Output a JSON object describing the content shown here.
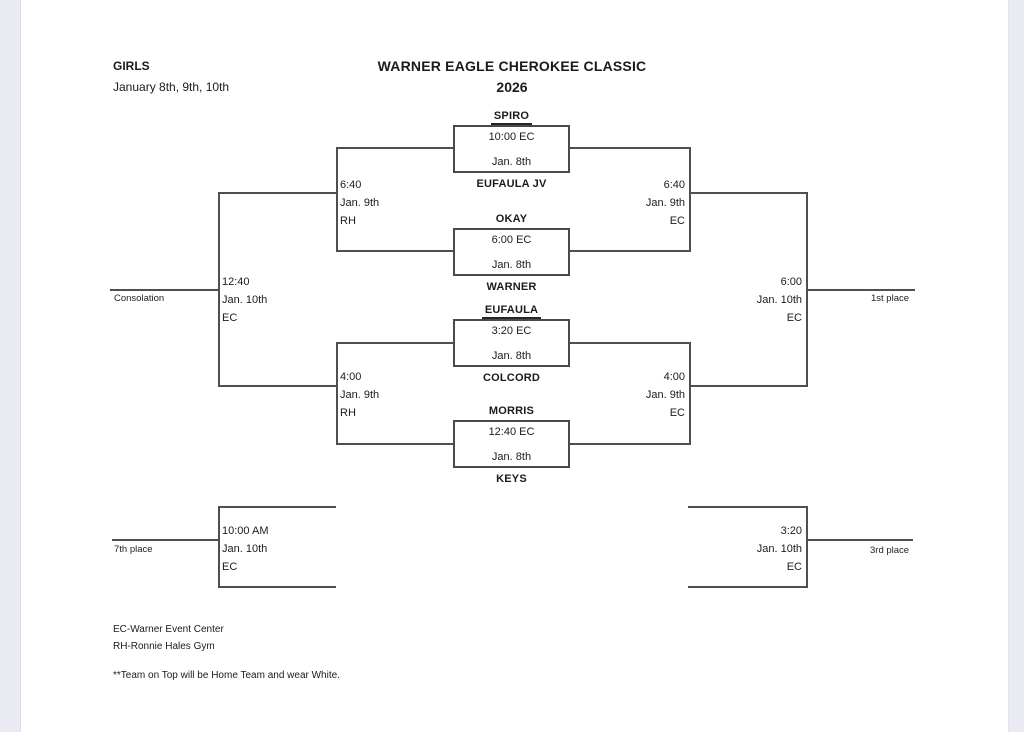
{
  "page": {
    "division": "GIRLS",
    "date_range": "January 8th, 9th, 10th",
    "title": "WARNER EAGLE CHEROKEE CLASSIC",
    "year": "2026"
  },
  "bracket": {
    "round1": [
      {
        "top": "SPIRO",
        "bottom": "EUFAULA JV",
        "time": "10:00 EC",
        "date": "Jan. 8th"
      },
      {
        "top": "OKAY",
        "bottom": "WARNER",
        "time": "6:00 EC",
        "date": "Jan. 8th"
      },
      {
        "top": "EUFAULA",
        "bottom": "COLCORD",
        "time": "3:20 EC",
        "date": "Jan. 8th"
      },
      {
        "top": "MORRIS",
        "bottom": "KEYS",
        "time": "12:40 EC",
        "date": "Jan. 8th"
      }
    ],
    "semifinals": {
      "consolation_top": {
        "time": "6:40",
        "date": "Jan. 9th",
        "venue": "RH"
      },
      "main_top": {
        "time": "6:40",
        "date": "Jan. 9th",
        "venue": "EC"
      },
      "consolation_bottom": {
        "time": "4:00",
        "date": "Jan. 9th",
        "venue": "RH"
      },
      "main_bottom": {
        "time": "4:00",
        "date": "Jan. 9th",
        "venue": "EC"
      }
    },
    "finals": {
      "consolation": {
        "time": "12:40",
        "date": "Jan. 10th",
        "venue": "EC",
        "label": "Consolation"
      },
      "championship": {
        "time": "6:00",
        "date": "Jan. 10th",
        "venue": "EC",
        "label": "1st place"
      },
      "seventh": {
        "time": "10:00 AM",
        "date": "Jan. 10th",
        "venue": "EC",
        "label": "7th place"
      },
      "third": {
        "time": "3:20",
        "date": "Jan. 10th",
        "venue": "EC",
        "label": "3rd place"
      }
    }
  },
  "legend": {
    "ec": "EC-Warner Event Center",
    "rh": "RH-Ronnie Hales Gym",
    "note": "**Team on Top will be Home Team and wear White."
  }
}
